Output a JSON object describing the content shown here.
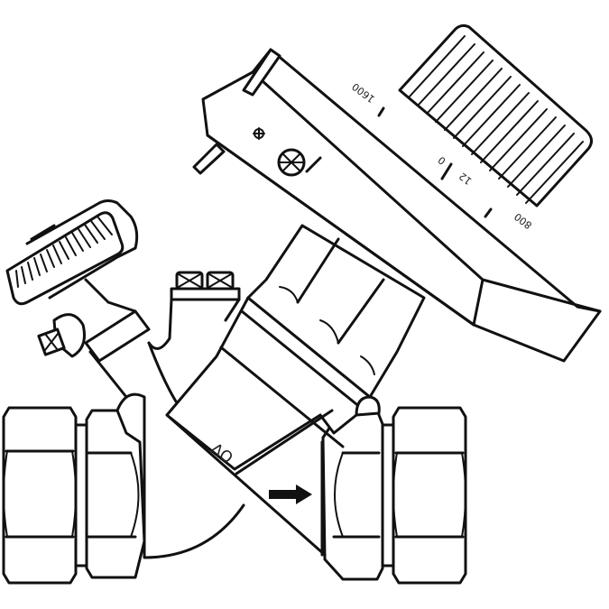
{
  "figure": {
    "subject": "balancing valve technical line drawing",
    "line_color": "#111111",
    "background": "#ffffff"
  },
  "scale_labels": {
    "tick_1600": "1600",
    "tick_0": "0",
    "tick_12": "12",
    "tick_800": "800"
  },
  "body_marking": "OV",
  "flow_arrow": "flow-direction-arrow"
}
